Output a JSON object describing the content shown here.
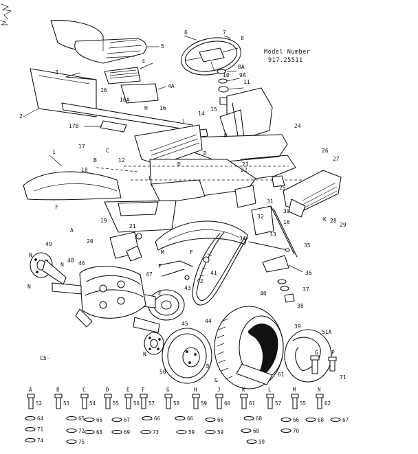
{
  "model": {
    "heading": "Model Number",
    "number": "917.25511"
  },
  "page_mark": "C5-",
  "callouts": [
    {
      "id": "c1",
      "text": "1"
    },
    {
      "id": "c2",
      "text": "2"
    },
    {
      "id": "c3",
      "text": "3"
    },
    {
      "id": "c4",
      "text": "4"
    },
    {
      "id": "c4a",
      "text": "4A"
    },
    {
      "id": "c5",
      "text": "5"
    },
    {
      "id": "c6",
      "text": "6"
    },
    {
      "id": "c7",
      "text": "7"
    },
    {
      "id": "c8",
      "text": "8"
    },
    {
      "id": "c8a",
      "text": "8A"
    },
    {
      "id": "c9a",
      "text": "9A"
    },
    {
      "id": "c10",
      "text": "10"
    },
    {
      "id": "c11",
      "text": "11"
    },
    {
      "id": "c12",
      "text": "12"
    },
    {
      "id": "c14",
      "text": "14"
    },
    {
      "id": "c15",
      "text": "15"
    },
    {
      "id": "c16a",
      "text": "16"
    },
    {
      "id": "c16b",
      "text": "16A"
    },
    {
      "id": "c16c",
      "text": "16"
    },
    {
      "id": "c16d",
      "text": "16"
    },
    {
      "id": "c17",
      "text": "17"
    },
    {
      "id": "c17b",
      "text": "17B"
    },
    {
      "id": "c18",
      "text": "18"
    },
    {
      "id": "c19",
      "text": "19"
    },
    {
      "id": "c20",
      "text": "20"
    },
    {
      "id": "c21",
      "text": "21"
    },
    {
      "id": "c22",
      "text": "22"
    },
    {
      "id": "c23",
      "text": "23"
    },
    {
      "id": "c24",
      "text": "24"
    },
    {
      "id": "c25",
      "text": "25"
    },
    {
      "id": "c26",
      "text": "26"
    },
    {
      "id": "c27",
      "text": "27"
    },
    {
      "id": "c28",
      "text": "28"
    },
    {
      "id": "c29",
      "text": "29"
    },
    {
      "id": "c30",
      "text": "30"
    },
    {
      "id": "c31",
      "text": "31"
    },
    {
      "id": "c32",
      "text": "32"
    },
    {
      "id": "c33",
      "text": "33"
    },
    {
      "id": "c34",
      "text": "34"
    },
    {
      "id": "c35",
      "text": "35"
    },
    {
      "id": "c36",
      "text": "36"
    },
    {
      "id": "c37",
      "text": "37"
    },
    {
      "id": "c38",
      "text": "38"
    },
    {
      "id": "c39",
      "text": "39"
    },
    {
      "id": "c40",
      "text": "40"
    },
    {
      "id": "c41",
      "text": "41"
    },
    {
      "id": "c42",
      "text": "42"
    },
    {
      "id": "c43",
      "text": "43"
    },
    {
      "id": "c44",
      "text": "44"
    },
    {
      "id": "c45",
      "text": "45"
    },
    {
      "id": "c46",
      "text": "46"
    },
    {
      "id": "c47",
      "text": "47"
    },
    {
      "id": "c48",
      "text": "48"
    },
    {
      "id": "c49",
      "text": "49"
    },
    {
      "id": "c50",
      "text": "50"
    },
    {
      "id": "c51a",
      "text": "51A"
    },
    {
      "id": "c61",
      "text": "61"
    },
    {
      "id": "c71",
      "text": "71"
    },
    {
      "id": "cD1",
      "text": "D"
    },
    {
      "id": "cD2",
      "text": "D"
    },
    {
      "id": "cD3",
      "text": "D"
    },
    {
      "id": "cD4",
      "text": "D"
    },
    {
      "id": "cF1",
      "text": "F"
    },
    {
      "id": "cF2",
      "text": "F"
    },
    {
      "id": "cF3",
      "text": "F"
    },
    {
      "id": "cN1",
      "text": "N"
    },
    {
      "id": "cN2",
      "text": "N"
    },
    {
      "id": "cN3",
      "text": "N"
    },
    {
      "id": "cN4",
      "text": "N"
    },
    {
      "id": "cP1",
      "text": "P"
    },
    {
      "id": "cL1",
      "text": "L"
    },
    {
      "id": "cB1",
      "text": "B"
    },
    {
      "id": "cC1",
      "text": "C"
    },
    {
      "id": "cH1",
      "text": "H"
    },
    {
      "id": "cM1",
      "text": "M"
    },
    {
      "id": "cK1",
      "text": "K"
    },
    {
      "id": "cJ1",
      "text": "J"
    },
    {
      "id": "cE1",
      "text": "E"
    },
    {
      "id": "cG1",
      "text": "G"
    },
    {
      "id": "cG2",
      "text": "G"
    },
    {
      "id": "cA1",
      "text": "A"
    }
  ],
  "hardware_bolts": [
    {
      "letter": "A",
      "num": "52"
    },
    {
      "letter": "B",
      "num": "53"
    },
    {
      "letter": "C",
      "num": "54"
    },
    {
      "letter": "D",
      "num": "55"
    },
    {
      "letter": "E",
      "num": "56"
    },
    {
      "letter": "F",
      "num": "57"
    },
    {
      "letter": "G",
      "num": "58"
    },
    {
      "letter": "H",
      "num": "59"
    },
    {
      "letter": "J",
      "num": "60"
    },
    {
      "letter": "K",
      "num": "61"
    },
    {
      "letter": "L",
      "num": "57"
    },
    {
      "letter": "M",
      "num": "55"
    },
    {
      "letter": "N",
      "num": "62"
    }
  ],
  "hardware_small": [
    {
      "text": "64"
    },
    {
      "text": "65"
    },
    {
      "text": "66"
    },
    {
      "text": "67"
    },
    {
      "text": "66"
    },
    {
      "text": "66"
    },
    {
      "text": "66"
    },
    {
      "text": "68"
    },
    {
      "text": "66"
    },
    {
      "text": "68"
    },
    {
      "text": "67"
    },
    {
      "text": "71"
    },
    {
      "text": "72"
    },
    {
      "text": "68"
    },
    {
      "text": "69"
    },
    {
      "text": "73"
    },
    {
      "text": "59"
    },
    {
      "text": "59"
    },
    {
      "text": "68"
    },
    {
      "text": "70"
    },
    {
      "text": "74"
    },
    {
      "text": "75"
    },
    {
      "text": "59"
    }
  ]
}
